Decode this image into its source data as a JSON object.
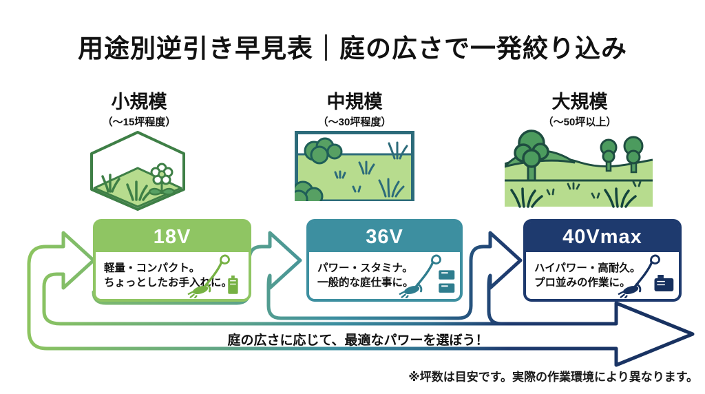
{
  "title": "用途別逆引き早見表｜庭の広さで一発絞り込み",
  "columns": [
    {
      "heading": "小規模",
      "subheading": "（～15坪程度）",
      "illustration": "small-garden-isometric"
    },
    {
      "heading": "中規模",
      "subheading": "（～30坪程度）",
      "illustration": "medium-garden-framed"
    },
    {
      "heading": "大規模",
      "subheading": "（～50坪以上）",
      "illustration": "large-landscape"
    }
  ],
  "cards": [
    {
      "voltage": "18V",
      "desc_line1": "軽量・コンパクト。",
      "desc_line2": "ちょっとしたお手入れに。",
      "accent_color": "#8FC563",
      "icons": [
        "string-trimmer",
        "battery-x1"
      ]
    },
    {
      "voltage": "36V",
      "desc_line1": "パワー・スタミナ。",
      "desc_line2": "一般的な庭仕事に。",
      "accent_color": "#3D8FA0",
      "icons": [
        "string-trimmer",
        "battery-x2"
      ]
    },
    {
      "voltage": "40Vmax",
      "desc_line1": "ハイパワー・高耐久。",
      "desc_line2": "プロ並みの作業に。",
      "accent_color": "#1E3A6E",
      "icons": [
        "string-trimmer",
        "battery-x1-large"
      ]
    }
  ],
  "flow_arrow": {
    "caption": "庭の広さに応じて、最適なパワーを選ぼう！",
    "gradient_colors": [
      "#8CC45F",
      "#3D8FA0",
      "#1E3A6E"
    ]
  },
  "footnote": "※坪数は目安です。実際の作業環境により異なります。"
}
